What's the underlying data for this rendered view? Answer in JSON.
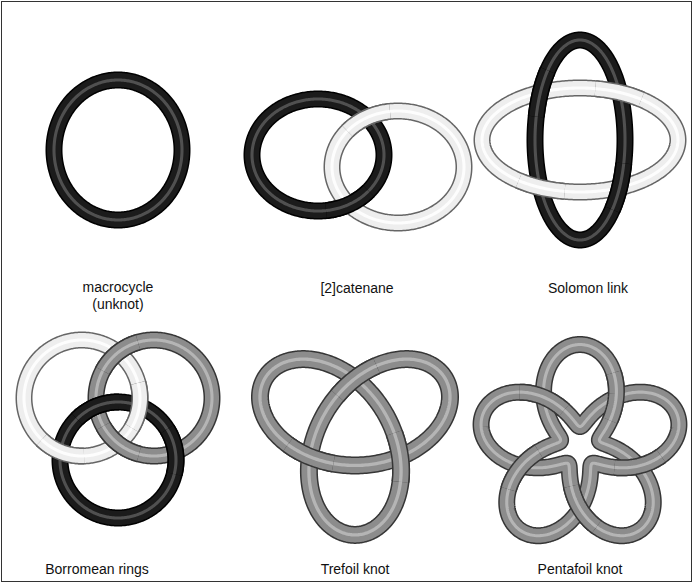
{
  "diagram": {
    "labels": [
      "macrocycle (unknot)",
      "[2]catenane",
      "Solomon link",
      "Borromean rings",
      "Trefoil knot",
      "Pentafoil knot"
    ]
  }
}
